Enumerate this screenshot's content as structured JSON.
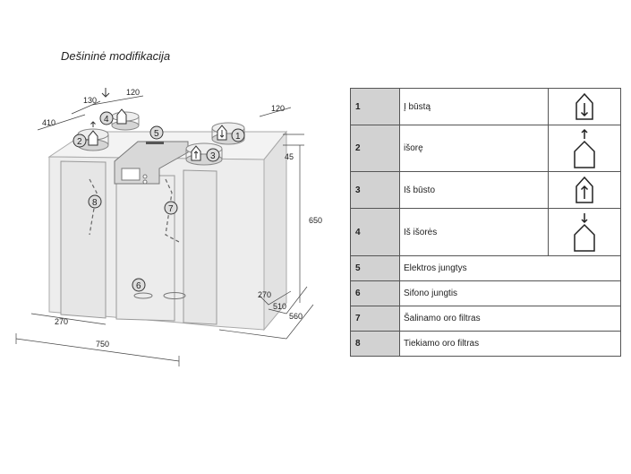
{
  "title": "Dešininė modifikacija",
  "dimensions": {
    "d120_top": "120",
    "d130": "130",
    "d410": "410",
    "d120_right": "120",
    "d45": "45",
    "d650": "650",
    "d270_right": "270",
    "d510": "510",
    "d560": "560",
    "d270_left": "270",
    "d750": "750"
  },
  "callouts": [
    "1",
    "2",
    "3",
    "4",
    "5",
    "6",
    "7",
    "8"
  ],
  "legend": [
    {
      "num": "1",
      "label": "Į būstą",
      "icon": "house-arrow-in-icon"
    },
    {
      "num": "2",
      "label": "išorę",
      "icon": "house-arrow-up-outside-icon"
    },
    {
      "num": "3",
      "label": "Iš būsto",
      "icon": "house-arrow-out-icon"
    },
    {
      "num": "4",
      "label": "Iš išorės",
      "icon": "house-arrow-down-outside-icon"
    },
    {
      "num": "5",
      "label": "Elektros jungtys"
    },
    {
      "num": "6",
      "label": "Sifono jungtis"
    },
    {
      "num": "7",
      "label": "Šalinamo oro filtras"
    },
    {
      "num": "8",
      "label": "Tiekiamo oro filtras"
    }
  ]
}
